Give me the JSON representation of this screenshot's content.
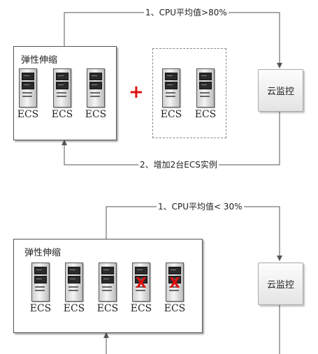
{
  "top": {
    "group_title": "弹性伸缩",
    "servers": [
      "ECS",
      "ECS",
      "ECS"
    ],
    "added_servers": [
      "ECS",
      "ECS"
    ],
    "plus_symbol": "+",
    "monitor_label": "云监控",
    "trigger_label": "1、CPU平均值>80%",
    "action_label": "2、增加2台ECS实例"
  },
  "bottom": {
    "group_title": "弹性伸缩",
    "servers": [
      {
        "label": "ECS",
        "removed": false
      },
      {
        "label": "ECS",
        "removed": false
      },
      {
        "label": "ECS",
        "removed": false
      },
      {
        "label": "ECS",
        "removed": true
      },
      {
        "label": "ECS",
        "removed": true
      }
    ],
    "monitor_label": "云监控",
    "trigger_label": "1、CPU平均值< 30%",
    "removed_mark": "X"
  },
  "colors": {
    "accent_red": "#e01010",
    "line": "#555555",
    "panel_border": "#555555"
  }
}
